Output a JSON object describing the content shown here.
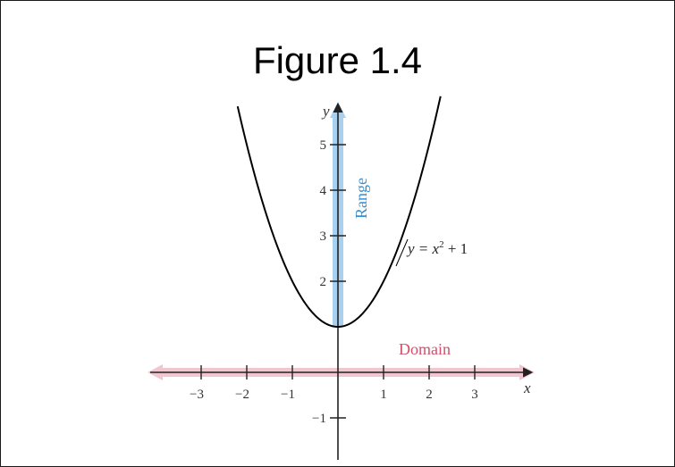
{
  "slide": {
    "title": "Figure 1.4"
  },
  "colors": {
    "range": "#3a8fd0",
    "range_fill": "#a9d0ee",
    "domain": "#d0506b",
    "domain_fill": "#f1c6cf",
    "curve": "#000000",
    "axis": "#222222"
  },
  "chart_data": {
    "type": "line",
    "title": "",
    "xlabel": "x",
    "ylabel": "y",
    "xlim": [
      -4.2,
      4.3
    ],
    "ylim": [
      -1.9,
      5.9
    ],
    "grid": false,
    "x_ticks": [
      -3,
      -2,
      -1,
      1,
      2,
      3
    ],
    "x_tick_labels": [
      "−3",
      "−2",
      "−1",
      "1",
      "2",
      "3"
    ],
    "y_ticks": [
      -1,
      2,
      3,
      4,
      5
    ],
    "y_tick_labels": [
      "−1",
      "2",
      "3",
      "4",
      "5"
    ],
    "series": [
      {
        "name": "y = x² + 1",
        "function": "x^2 + 1",
        "x_range": [
          -2.2,
          2.25
        ]
      }
    ],
    "equation": {
      "prefix": "y = x",
      "exponent": "2",
      "suffix": " + 1"
    },
    "annotations": [
      {
        "text": "Range",
        "meaning": "y ≥ 1"
      },
      {
        "text": "Domain",
        "meaning": "all real x"
      }
    ]
  }
}
